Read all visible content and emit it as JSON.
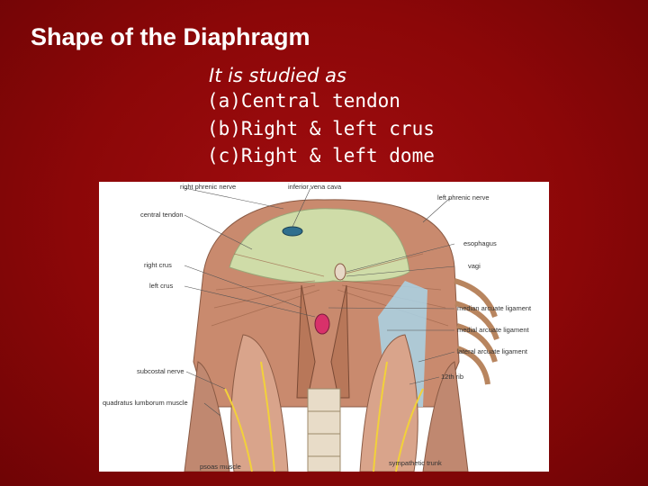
{
  "slide": {
    "title": "Shape of the Diaphragm",
    "subtitle": "It is studied as",
    "items": [
      "(a)Central tendon",
      "(b)Right & left crus",
      "(c)Right & left dome"
    ]
  },
  "figure": {
    "labels": {
      "right_phrenic_nerve": "right phrenic nerve",
      "inferior_vena_cava": "inferior vena cava",
      "left_phrenic_nerve": "left phrenic nerve",
      "central_tendon": "central tendon",
      "esophagus": "esophagus",
      "vagi": "vagi",
      "right_crus": "right crus",
      "left_crus": "left crus",
      "median_arcuate_ligament": "median arcuate ligament",
      "medial_arcuate_ligament": "medial arcuate ligament",
      "lateral_arcuate_ligament": "lateral arcuate ligament",
      "twelfth_rib": "12th rib",
      "subcostal_nerve": "subcostal nerve",
      "quadratus_lumborum_muscle": "quadratus lumborum muscle",
      "psoas_muscle": "psoas muscle",
      "sympathetic_trunk": "sympathetic trunk"
    }
  },
  "colors": {
    "background": "#8c0708",
    "text": "#ffffff",
    "tendon": "#cfdca8",
    "muscle": "#c98a6e",
    "ligament": "#a9d3e8"
  }
}
